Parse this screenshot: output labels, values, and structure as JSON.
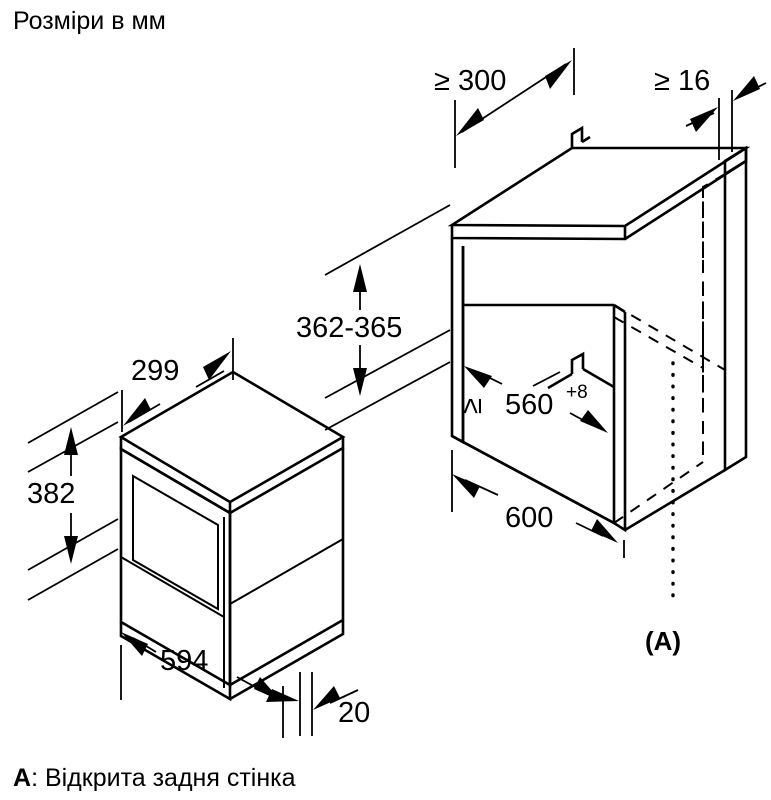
{
  "page": {
    "title": "Розміри в мм",
    "caption_prefix": "A",
    "caption_rest": ": Відкрита задня стінка",
    "background": "#ffffff",
    "ink": "#000000"
  },
  "dimensions": {
    "niche_min_top_clearance": "≥ 300",
    "niche_min_side_clearance": "≥ 16",
    "niche_height": "362-365",
    "niche_width_prefix": "≥",
    "niche_width": "560",
    "niche_width_tolerance": "+8",
    "niche_depth": "600",
    "appliance_depth": "299",
    "appliance_height": "382",
    "appliance_width": "594",
    "appliance_front_overhang": "20"
  },
  "markers": {
    "open_back_wall": "(A)"
  },
  "drawings": {
    "left": "built-in-microwave-isometric",
    "right": "cabinet-niche-isometric"
  }
}
